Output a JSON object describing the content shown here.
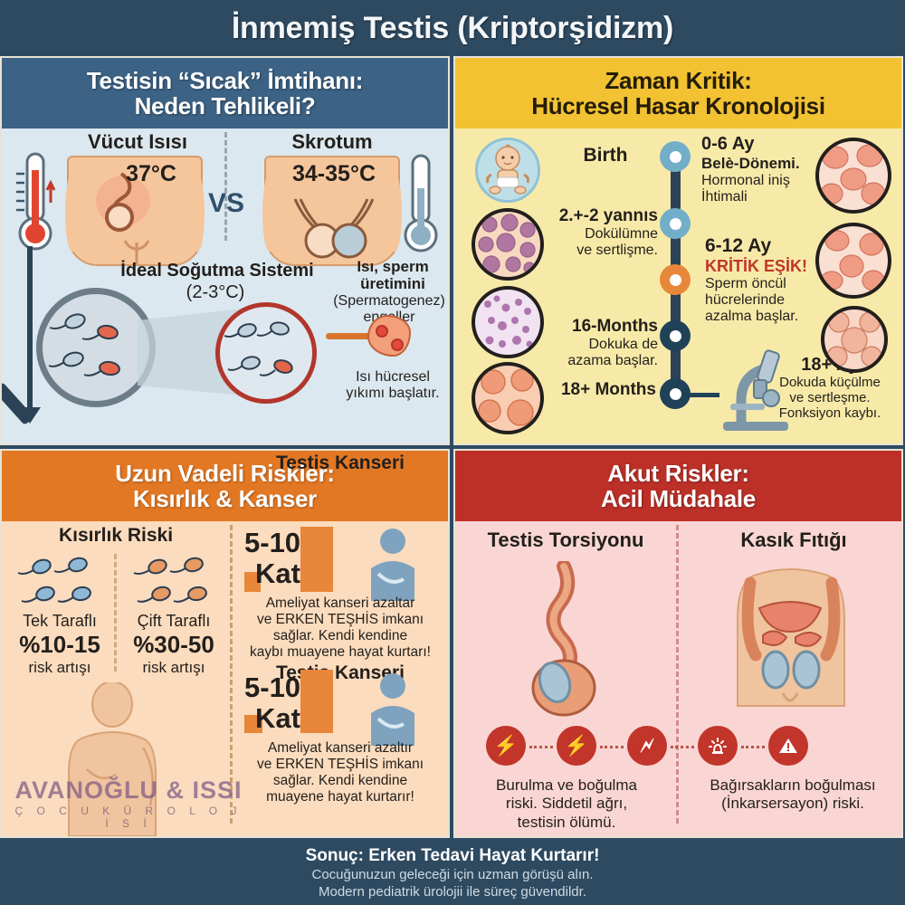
{
  "title": "İnmemiş Testis (Kriptorşidizm)",
  "colors": {
    "header_blue": "#3c6285",
    "header_yellow": "#f2c233",
    "header_orange": "#e37824",
    "header_red": "#bc3028",
    "footer_blue": "#2e4a61",
    "critical_red": "#c1352b",
    "accent_orange": "#e8863a"
  },
  "panels": {
    "top_left": {
      "header_line1": "Testisin “Sıcak” İmtihanı:",
      "header_line2": "Neden Tehlikeli?",
      "body_temp_label": "Vücut Isısı",
      "body_temp_value": "37°C",
      "scrotum_label": "Skrotum",
      "scrotum_value": "34-35°C",
      "vs": "VS",
      "cooling_title": "İdeal Soğutma Sistemi",
      "cooling_value": "(2-3°C)",
      "heat_note_line1": "Isı, sperm",
      "heat_note_line2": "üretimini",
      "heat_note_line3": "(Spermatogenez)",
      "heat_note_line4": "engeller",
      "damage_note_line1": "Isı hücresel",
      "damage_note_line2": "yıkımı başlatır."
    },
    "top_right": {
      "header_line1": "Zaman Kritik:",
      "header_line2": "Hücresel Hasar Kronolojisi",
      "timeline": [
        {
          "label": "Birth",
          "detail": ""
        },
        {
          "label": "2.+-2 yannıs",
          "detail_line1": "Dokülümne",
          "detail_line2": "ve sertlişme."
        },
        {
          "label": "16-Months",
          "detail_line1": "Dokuka de",
          "detail_line2": "azama başlar."
        },
        {
          "label": "18+ Months",
          "detail_line1": "",
          "detail_line2": ""
        }
      ],
      "stages": [
        {
          "title": "0-6 Ay",
          "subtitle": "Belè-Dönemi.",
          "body_line1": "Hormonal iniş",
          "body_line2": "İhtimali",
          "critical": false
        },
        {
          "title": "6-12 Ay",
          "subtitle": "KRİTİK EŞİK!",
          "body_line1": "Sperm öncül",
          "body_line2": "hücrelerinde",
          "body_line3": "azalma başlar.",
          "critical": true
        },
        {
          "title": "18+ Ay",
          "body_line1": "Dokuda küçülme",
          "body_line2": "ve sertleşme.",
          "body_line3": "Fonksiyon kaybı.",
          "critical": false
        }
      ]
    },
    "bottom_left": {
      "header_line1": "Uzun Vadeli Riskler:",
      "header_line2": "Kısırlık & Kanser",
      "infertility_title": "Kısırlık Riski",
      "infertility_cases": [
        {
          "label": "Tek Taraflı",
          "value": "%10-15",
          "note": "risk artışı"
        },
        {
          "label": "Çift Taraflı",
          "value": "%30-50",
          "note": "risk artışı"
        }
      ],
      "cancer_blocks": [
        {
          "title": "Testis Kanseri",
          "multiplier_line1": "5-10",
          "multiplier_line2": "Kat",
          "text_line1": "Ameliyat kanseri azaltar",
          "text_line2": "ve ERKEN TEŞHİS imkanı",
          "text_line3": "sağlar. Kendi kendine",
          "text_line4": "kaybı muayene hayat kurtarı!"
        },
        {
          "title": "Testis Kanseri",
          "multiplier_line1": "5-10",
          "multiplier_line2": "Kat",
          "text_line1": "Ameliyat kanseri azaltır",
          "text_line2": "ve ERKEN TEŞHİS imkanı",
          "text_line3": "sağlar. Kendi kendine",
          "text_line4": "muayene hayat kurtarır!"
        }
      ]
    },
    "bottom_right": {
      "header_line1": "Akut Riskler:",
      "header_line2": "Acil Müdahale",
      "torsion_title": "Testis Torsiyonu",
      "hernia_title": "Kasık Fıtığı",
      "badges": [
        "bolt-icon",
        "bolt-icon",
        "tear-icon",
        "siren-icon",
        "warning-icon"
      ],
      "torsion_text_line1": "Burulma ve boğulma",
      "torsion_text_line2": "riski. Siddetil ağrı,",
      "torsion_text_line3": "testisin ölümü.",
      "hernia_text_line1": "Bağırsakların boğulması",
      "hernia_text_line2": "(İnkarsersayon) riski."
    }
  },
  "footer": {
    "line1": "Sonuç: Erken Tedavi Hayat Kurtarır!",
    "line2": "Cocuğunuzun geleceği için uzman görüşü alın.",
    "line3": "Modern pediatrik ürolojii ile süreç güvendildr."
  },
  "watermark": {
    "brand": "AVANOĞLU & ISSI",
    "subtitle": "Ç O C U K   Ü R O L O J İ S İ"
  }
}
